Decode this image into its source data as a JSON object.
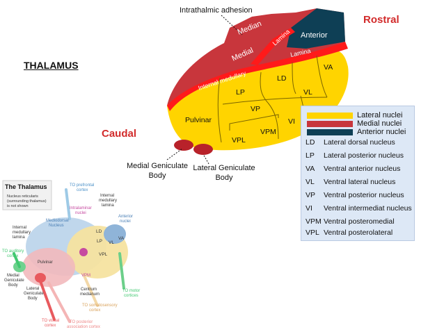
{
  "title": "THALAMUS",
  "orientation": {
    "rostral": "Rostral",
    "caudal": "Caudal"
  },
  "callouts": {
    "intrathalamic": "Intrathalmic adhesion",
    "mgb_line1": "Medial Geniculate",
    "mgb_line2": "Body",
    "lgb_line1": "Lateral Geniculate",
    "lgb_line2": "Body"
  },
  "main_labels": {
    "median": "Median",
    "medial": "Medial",
    "lamina_top": "Lamina",
    "lamina_mid": "Lamina",
    "internal_medullary": "Internal medullary",
    "anterior": "Anterior",
    "va": "VA",
    "ld": "LD",
    "lp": "LP",
    "vl": "VL",
    "vp": "VP",
    "vi": "VI",
    "pulvinar": "Pulvinar",
    "vpm": "VPM",
    "vpl": "VPL"
  },
  "colors": {
    "lateral": "#ffd400",
    "medial": "#c8363c",
    "anterior": "#0e3f55",
    "lamina": "#ff1a1a"
  },
  "legend": {
    "swatches": [
      {
        "label": "Lateral nuclei",
        "color": "#ffd400"
      },
      {
        "label": "Medial nuclei",
        "color": "#c8363c"
      },
      {
        "label": "Anterior nuclei",
        "color": "#0e3f55"
      }
    ],
    "abbreviations": [
      {
        "key": "LD",
        "text": "Lateral dorsal nucleus"
      },
      {
        "key": "LP",
        "text": "Lateral posterior nucleus"
      },
      {
        "key": "VA",
        "text": "Ventral anterior nucleus"
      },
      {
        "key": "VL",
        "text": "Ventral lateral nucleus"
      },
      {
        "key": "VP",
        "text": "Ventral posterior nucleus"
      },
      {
        "key": "VI",
        "text": "Ventral intermediat nucleus"
      },
      {
        "key": "VPM",
        "text": "Ventral posteromedial"
      },
      {
        "key": "VPL",
        "text": "Ventral posterolateral"
      }
    ]
  },
  "inset": {
    "heading": "The Thalamus",
    "note_line1": "Nucleus reticularis",
    "note_line2": "(surrounding thalamus)",
    "note_line3": "is not shown",
    "prefrontal_1": "TO prefrontal",
    "prefrontal_2": "cortex",
    "internal_med_1": "Internal",
    "internal_med_2": "medullary",
    "internal_med_3": "lamina",
    "intralaminar_1": "Intralaminar",
    "intralaminar_2": "nuclei",
    "mediodorsal_1": "Mediodorsal",
    "mediodorsal_2": "Nucleus",
    "anterior_1": "Anterior",
    "anterior_2": "nuclei",
    "left_int_1": "Internal",
    "left_int_2": "medullary",
    "left_int_3": "lamina",
    "ld": "LD",
    "va": "VA",
    "lp": "LP",
    "vl": "VL",
    "vpl": "VPL",
    "auditory_1": "TO auditory",
    "auditory_2": "cortex",
    "pulvinar": "Pulvinar",
    "mgb_1": "Medial",
    "mgb_2": "Geniculate",
    "mgb_3": "Body",
    "lgb_1": "Lateral",
    "lgb_2": "Geniculate",
    "lgb_3": "Body",
    "vpm": "VPM",
    "centrum_1": "Centrum",
    "centrum_2": "medianum",
    "motor_1": "TO motor",
    "motor_2": "cortices",
    "somato_1": "TO somatosensory",
    "somato_2": "cortex",
    "visual_1": "TO visual",
    "visual_2": "cortex",
    "posterior_1": "TO posterior",
    "posterior_2": "association cortex"
  }
}
